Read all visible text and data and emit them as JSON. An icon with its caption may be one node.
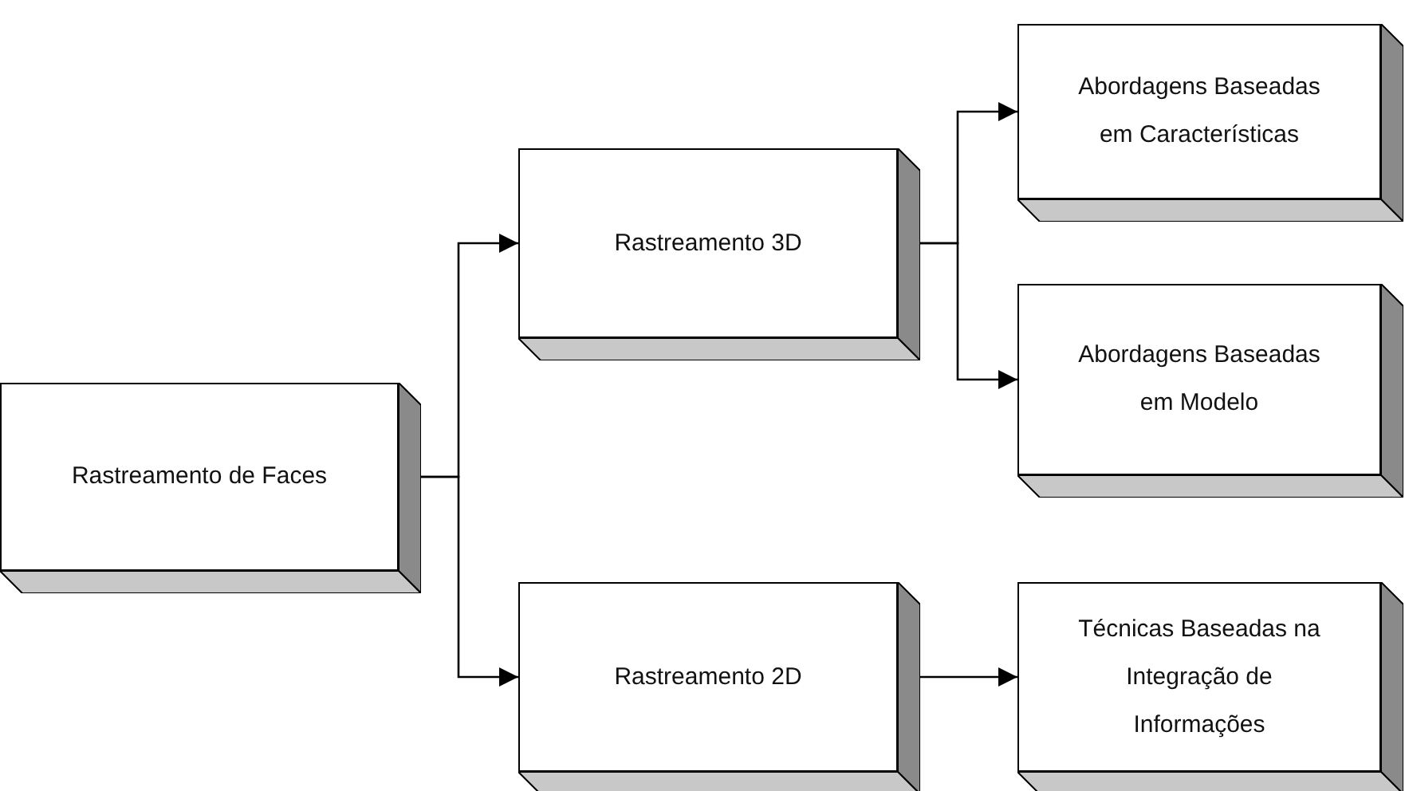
{
  "diagram": {
    "nodes": [
      {
        "text": [
          "Rastreamento de Faces"
        ]
      },
      {
        "text": [
          "Rastreamento 3D"
        ]
      },
      {
        "text": [
          "Rastreamento 2D"
        ]
      },
      {
        "text": [
          "Abordagens Baseadas em Características"
        ]
      },
      {
        "text": [
          "Abordagens Baseadas em Modelo"
        ]
      },
      {
        "text": [
          "Técnicas Baseadas na Integração de Informações"
        ]
      }
    ],
    "edges": [
      {
        "from": 0,
        "to": 1,
        "arrow": "to"
      },
      {
        "from": 0,
        "to": 2,
        "arrow": "to"
      },
      {
        "from": 1,
        "to": 3,
        "arrow": "to"
      },
      {
        "from": 1,
        "to": 4,
        "arrow": "to"
      },
      {
        "from": 2,
        "to": 5,
        "arrow": "to"
      }
    ]
  }
}
